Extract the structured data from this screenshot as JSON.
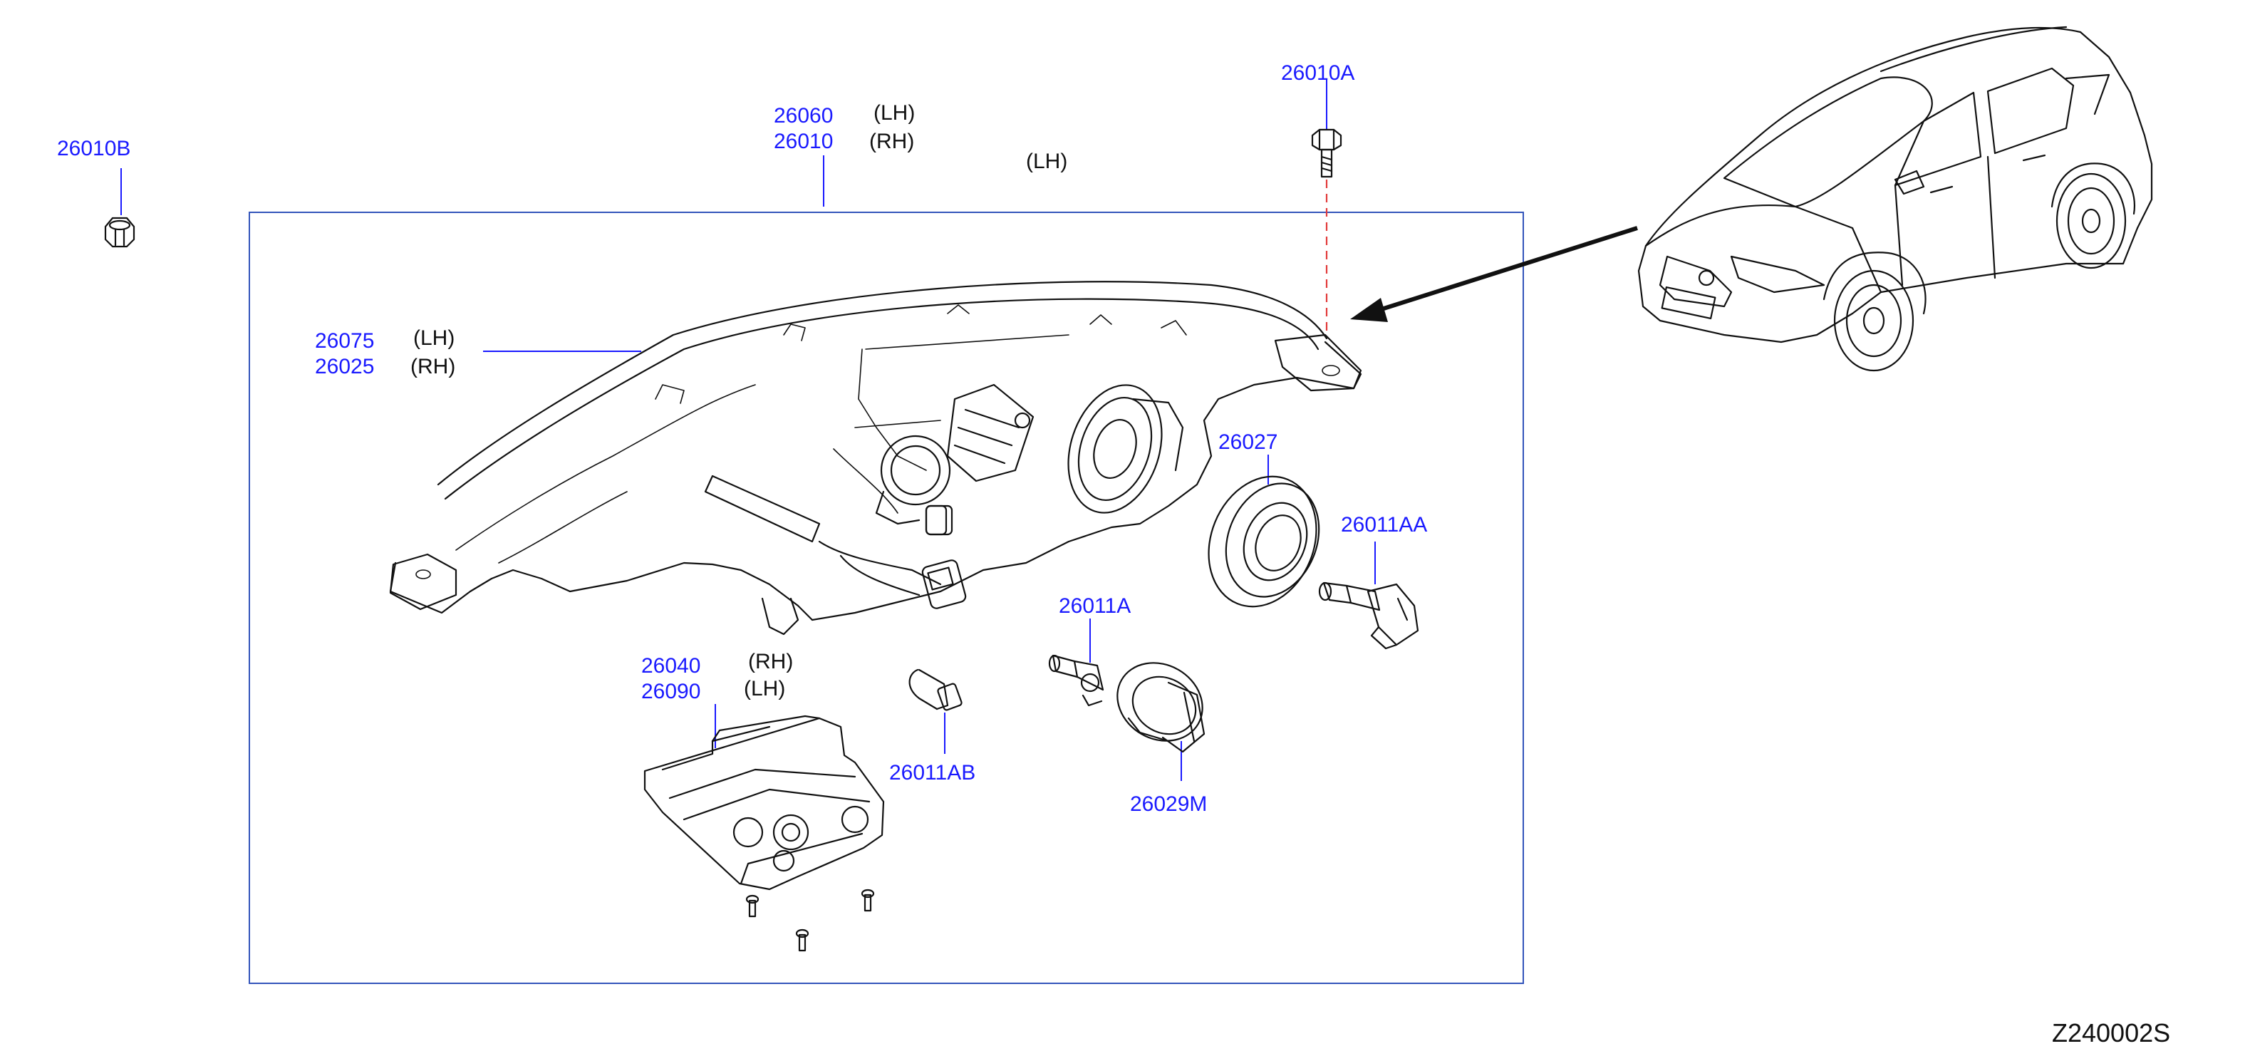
{
  "colors": {
    "callout": "#1a1aff",
    "frame": "#3355bb",
    "line": "#111111",
    "dashed_leader": "#e23a3a"
  },
  "parts": {
    "p26010B": "26010B",
    "p26060": "26060",
    "p26010": "26010",
    "p26010A": "26010A",
    "p26075": "26075",
    "p26025": "26025",
    "p26027": "26027",
    "p26011AA": "26011AA",
    "p26011A": "26011A",
    "p26040": "26040",
    "p26090": "26090",
    "p26011AB": "26011AB",
    "p26029M": "26029M"
  },
  "sides": {
    "lh_26060": "(LH)",
    "rh_26010": "(RH)",
    "lh_top": "(LH)",
    "lh_26075": "(LH)",
    "rh_26025": "(RH)",
    "rh_26040": "(RH)",
    "lh_26090": "(LH)"
  },
  "diagram_code": "Z240002S",
  "icons": [
    "nut-icon",
    "bolt-icon",
    "headlamp-housing-illustration",
    "bulb-icon",
    "socket-icon",
    "seal-ring-icon",
    "bracket-icon",
    "screw-icon",
    "vehicle-illustration"
  ]
}
